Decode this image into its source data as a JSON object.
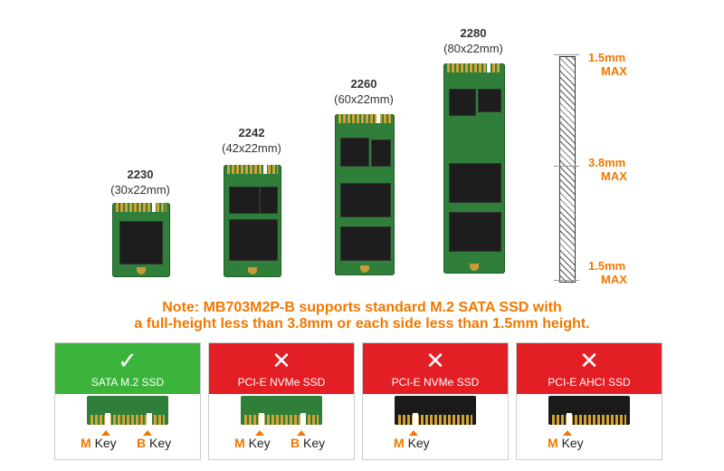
{
  "ssds": [
    {
      "size": "2230",
      "dims": "(30x22mm)"
    },
    {
      "size": "2242",
      "dims": "(42x22mm)"
    },
    {
      "size": "2260",
      "dims": "(60x22mm)"
    },
    {
      "size": "2280",
      "dims": "(80x22mm)"
    }
  ],
  "height_specs": [
    {
      "value": "1.5mm",
      "max": "MAX"
    },
    {
      "value": "3.8mm",
      "max": "MAX"
    },
    {
      "value": "1.5mm",
      "max": "MAX"
    }
  ],
  "note": {
    "line1": "Note: MB703M2P-B supports standard M.2 SATA SSD with",
    "line2": "a full-height less than 3.8mm or each side less than 1.5mm height."
  },
  "cards": [
    {
      "title": "SATA M.2 SSD",
      "symbol": "✓",
      "color": "#3cb43c",
      "connector": "green",
      "keys": [
        {
          "letter": "M",
          "word": "Key"
        },
        {
          "letter": "B",
          "word": "Key"
        }
      ]
    },
    {
      "title": "PCI-E NVMe SSD",
      "symbol": "✕",
      "color": "#e31e24",
      "connector": "green",
      "keys": [
        {
          "letter": "M",
          "word": "Key"
        },
        {
          "letter": "B",
          "word": "Key"
        }
      ]
    },
    {
      "title": "PCI-E NVMe SSD",
      "symbol": "✕",
      "color": "#e31e24",
      "connector": "black",
      "keys": [
        {
          "letter": "M",
          "word": "Key"
        }
      ]
    },
    {
      "title": "PCI-E AHCI SSD",
      "symbol": "✕",
      "color": "#e31e24",
      "connector": "black",
      "keys": [
        {
          "letter": "M",
          "word": "Key"
        }
      ]
    }
  ]
}
